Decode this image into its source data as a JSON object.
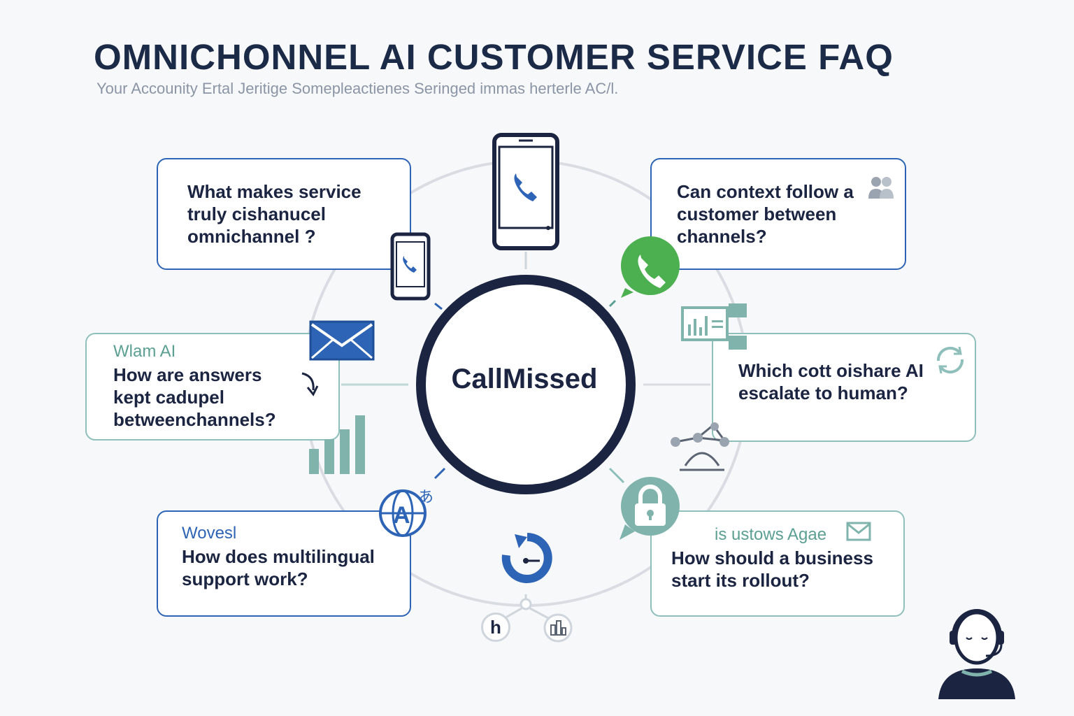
{
  "header": {
    "title": "OMNICHONNEL AI CUSTOMER SERVICE FAQ",
    "subtitle": "Your Accounity Ertal Jeritige Somepleactienes Seringed immas herterle AC/l."
  },
  "hub": {
    "label": "CallMissed"
  },
  "faq": [
    {
      "tag": "",
      "question": "What makes service truly cishanucel omnichannel ?"
    },
    {
      "tag": "",
      "question": "Can context follow a customer between channels?"
    },
    {
      "tag": "Wlam AI",
      "question": "How are answers kept cadupel betweenchannels?"
    },
    {
      "tag": "",
      "question": "Which cott oishare AI escalate to human?"
    },
    {
      "tag": "Wovesl",
      "question": "How does multilingual support work?"
    },
    {
      "tag": "is ustows Agae",
      "question": "How should a business start its rollout?"
    }
  ],
  "node_labels": {
    "left": "h"
  },
  "icons": {
    "phone": "phone-icon",
    "small_phone": "small-phone-icon",
    "whatsapp": "whatsapp-icon",
    "email": "email-icon",
    "dashboard": "dashboard-icon",
    "bar_chart": "bar-chart-icon",
    "network": "network-icon",
    "translate": "translate-icon",
    "lock": "lock-icon",
    "refresh": "refresh-icon",
    "users": "users-icon",
    "agent": "agent-headset-icon"
  },
  "colors": {
    "navy": "#1b2440",
    "blue": "#2e64b5",
    "teal": "#8fbfbb",
    "green": "#4caf50"
  }
}
